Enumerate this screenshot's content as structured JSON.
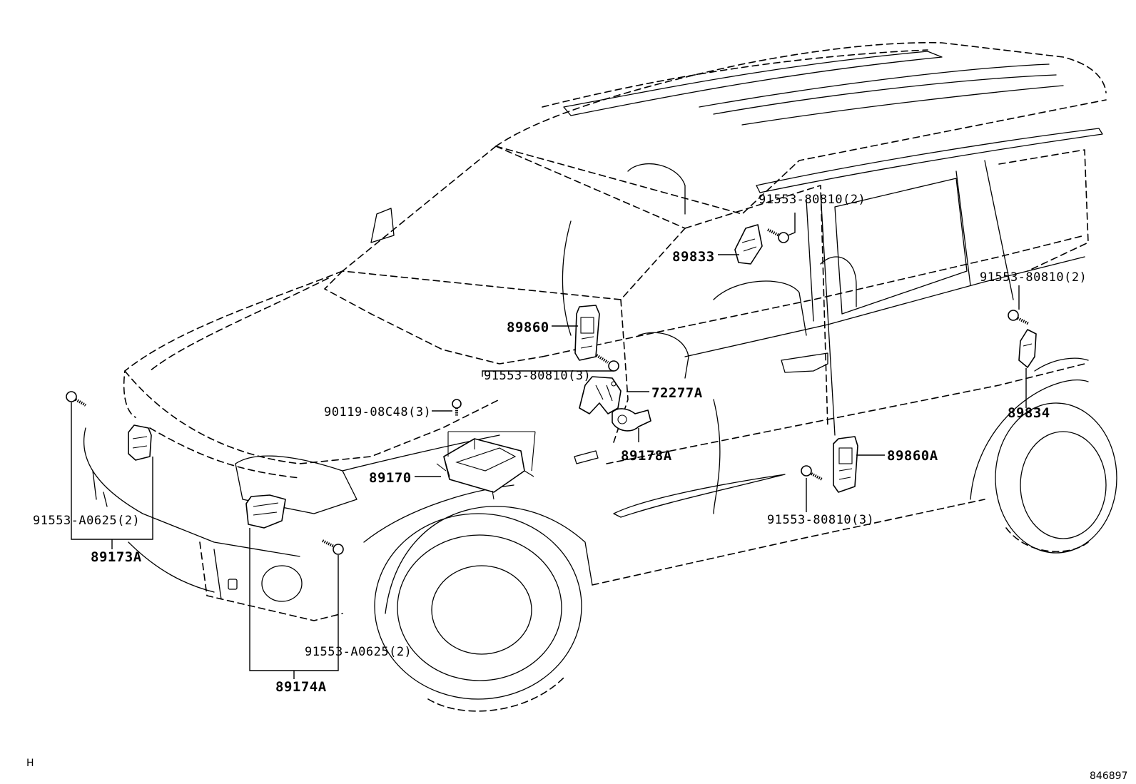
{
  "labels": {
    "bolt_top_center": "91553-80810(2)",
    "sensor_89833": "89833",
    "bolt_right": "91553-80810(2)",
    "sensor_89860": "89860",
    "bolt_89860": "91553-80810(3)",
    "bracket_72277a": "72277A",
    "bolt_90119": "90119-08C48(3)",
    "sensor_89178a": "89178A",
    "ecu_89170": "89170",
    "sensor_89834": "89834",
    "sensor_89860a": "89860A",
    "bolt_89860a": "91553-80810(3)",
    "bolt_left": "91553-A0625(2)",
    "sensor_89173a": "89173A",
    "bolt_front": "91553-A0625(2)",
    "sensor_89174a": "89174A"
  },
  "footer": {
    "left_mark": "H",
    "diagram_id": "846897"
  }
}
